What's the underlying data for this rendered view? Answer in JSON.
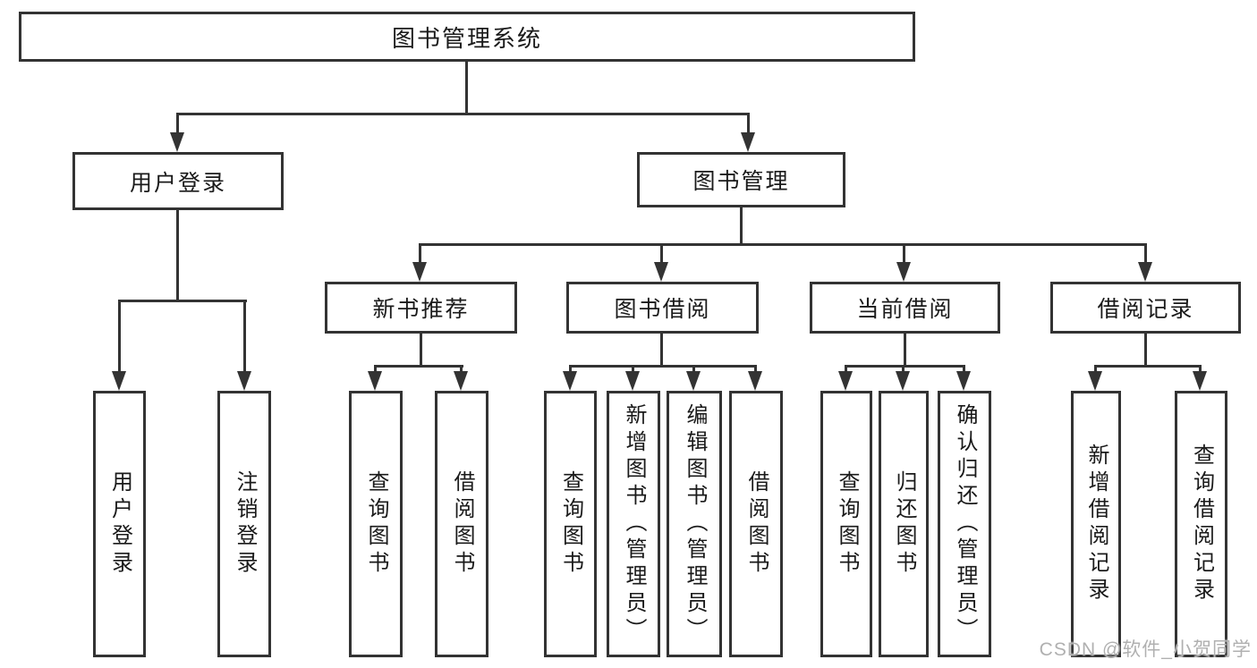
{
  "tree": {
    "root": "图书管理系统",
    "branches": [
      {
        "label": "用户登录",
        "leaves": [
          "用户登录",
          "注销登录"
        ]
      },
      {
        "label": "图书管理",
        "groups": [
          {
            "label": "新书推荐",
            "leaves": [
              "查询图书",
              "借阅图书"
            ]
          },
          {
            "label": "图书借阅",
            "leaves": [
              "查询图书",
              "新增图书（管理员）",
              "编辑图书（管理员）",
              "借阅图书"
            ]
          },
          {
            "label": "当前借阅",
            "leaves": [
              "查询图书",
              "归还图书",
              "确认归还（管理员）"
            ]
          },
          {
            "label": "借阅记录",
            "leaves": [
              "新增借阅记录",
              "查询借阅记录"
            ]
          }
        ]
      }
    ]
  },
  "watermark": {
    "text": "CSDN @软件_小贺同学"
  },
  "colors": {
    "line": "#333333",
    "text": "#1a1a1a",
    "box_background": "#ffffff",
    "watermark": "#b0b0b0"
  }
}
